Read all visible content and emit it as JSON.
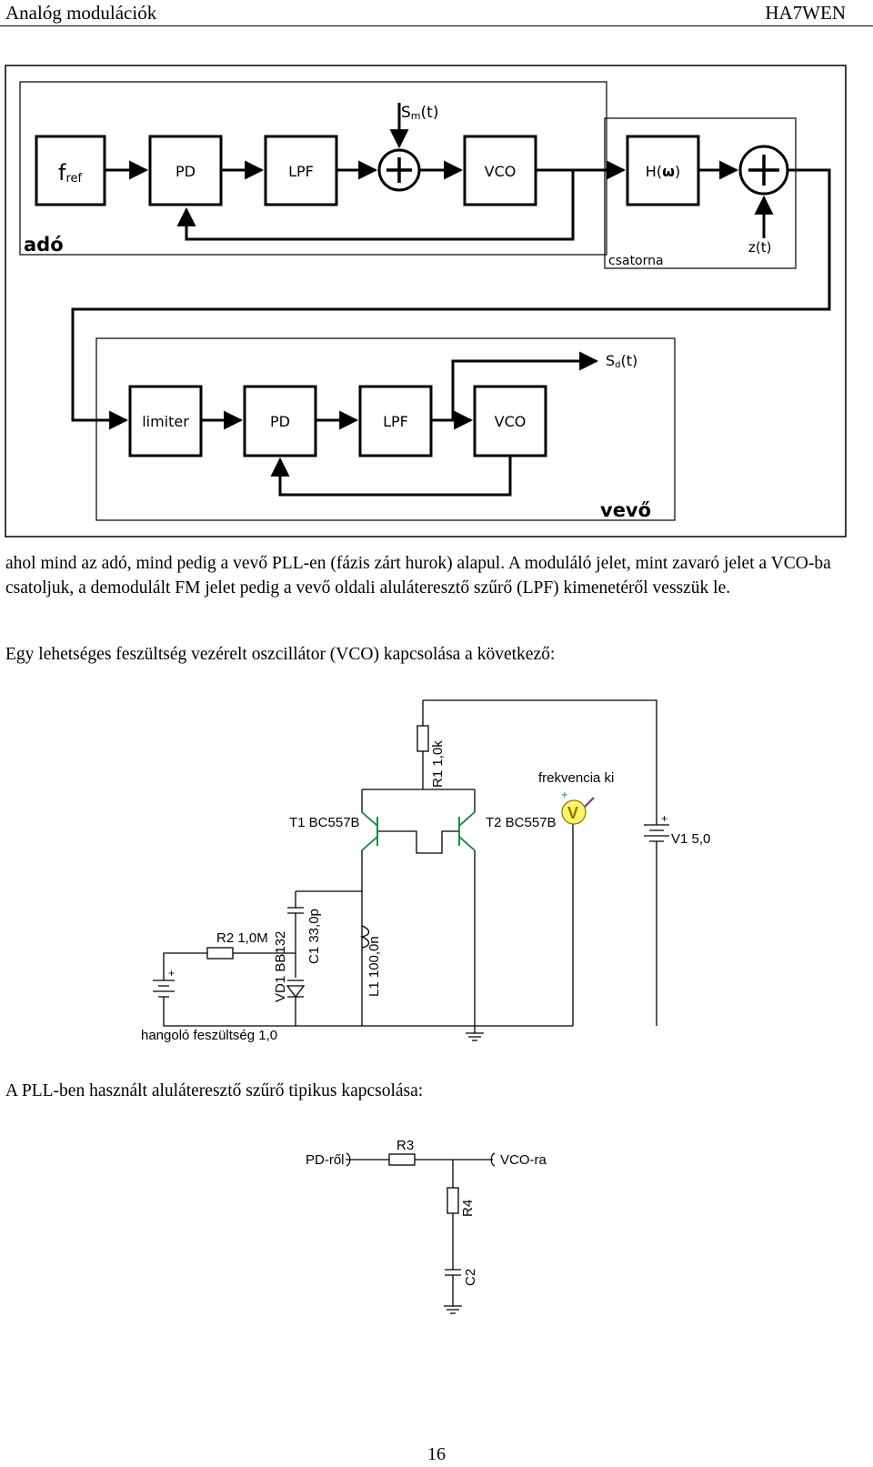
{
  "header": {
    "left": "Analóg modulációk",
    "right": "HA7WEN"
  },
  "pll_diagram": {
    "transmitter": {
      "label": "adó",
      "blocks": {
        "fref_main": "f",
        "fref_sub": "ref",
        "pd": "PD",
        "lpf": "LPF",
        "vco": "VCO"
      },
      "input_main": "S",
      "input_sub": "m",
      "input_arg": "(t)"
    },
    "channel": {
      "label": "csatorna",
      "block_main": "H(",
      "block_omega": "ω",
      "block_close": ")",
      "noise": "z(t)"
    },
    "receiver": {
      "label": "vevő",
      "blocks": {
        "limiter": "limiter",
        "pd": "PD",
        "lpf": "LPF",
        "vco": "VCO"
      },
      "output_main": "S",
      "output_sub": "d",
      "output_arg": "(t)"
    }
  },
  "paragraphs": {
    "p1": "ahol mind az adó, mind pedig a vevő PLL-en (fázis zárt hurok) alapul. A moduláló jelet, mint zavaró jelet a VCO-ba csatoljuk, a demodulált FM jelet pedig a vevő oldali aluláteresztő szűrő (LPF) kimenetéről vesszük le.",
    "p2": "Egy lehetséges feszültség vezérelt oszcillátor (VCO) kapcsolása a következő:",
    "p3": "A PLL-ben használt aluláteresztő szűrő tipikus kapcsolása:"
  },
  "vco_circuit": {
    "r1": "R1 1,0k",
    "out": "frekvencia ki",
    "t1": "T1 BC557B",
    "t2": "T2 BC557B",
    "v1": "V1 5,0",
    "r2": "R2 1,0M",
    "vd1": "VD1 BB132",
    "c1": "C1 33,0p",
    "l1": "L1 100,0n",
    "tune": "hangoló feszültség 1,0",
    "meter": "V",
    "plus": "+"
  },
  "lpf_circuit": {
    "in": "PD-ről",
    "out": "VCO-ra",
    "r3": "R3",
    "r4": "R4",
    "c2": "C2"
  },
  "page_number": "16"
}
